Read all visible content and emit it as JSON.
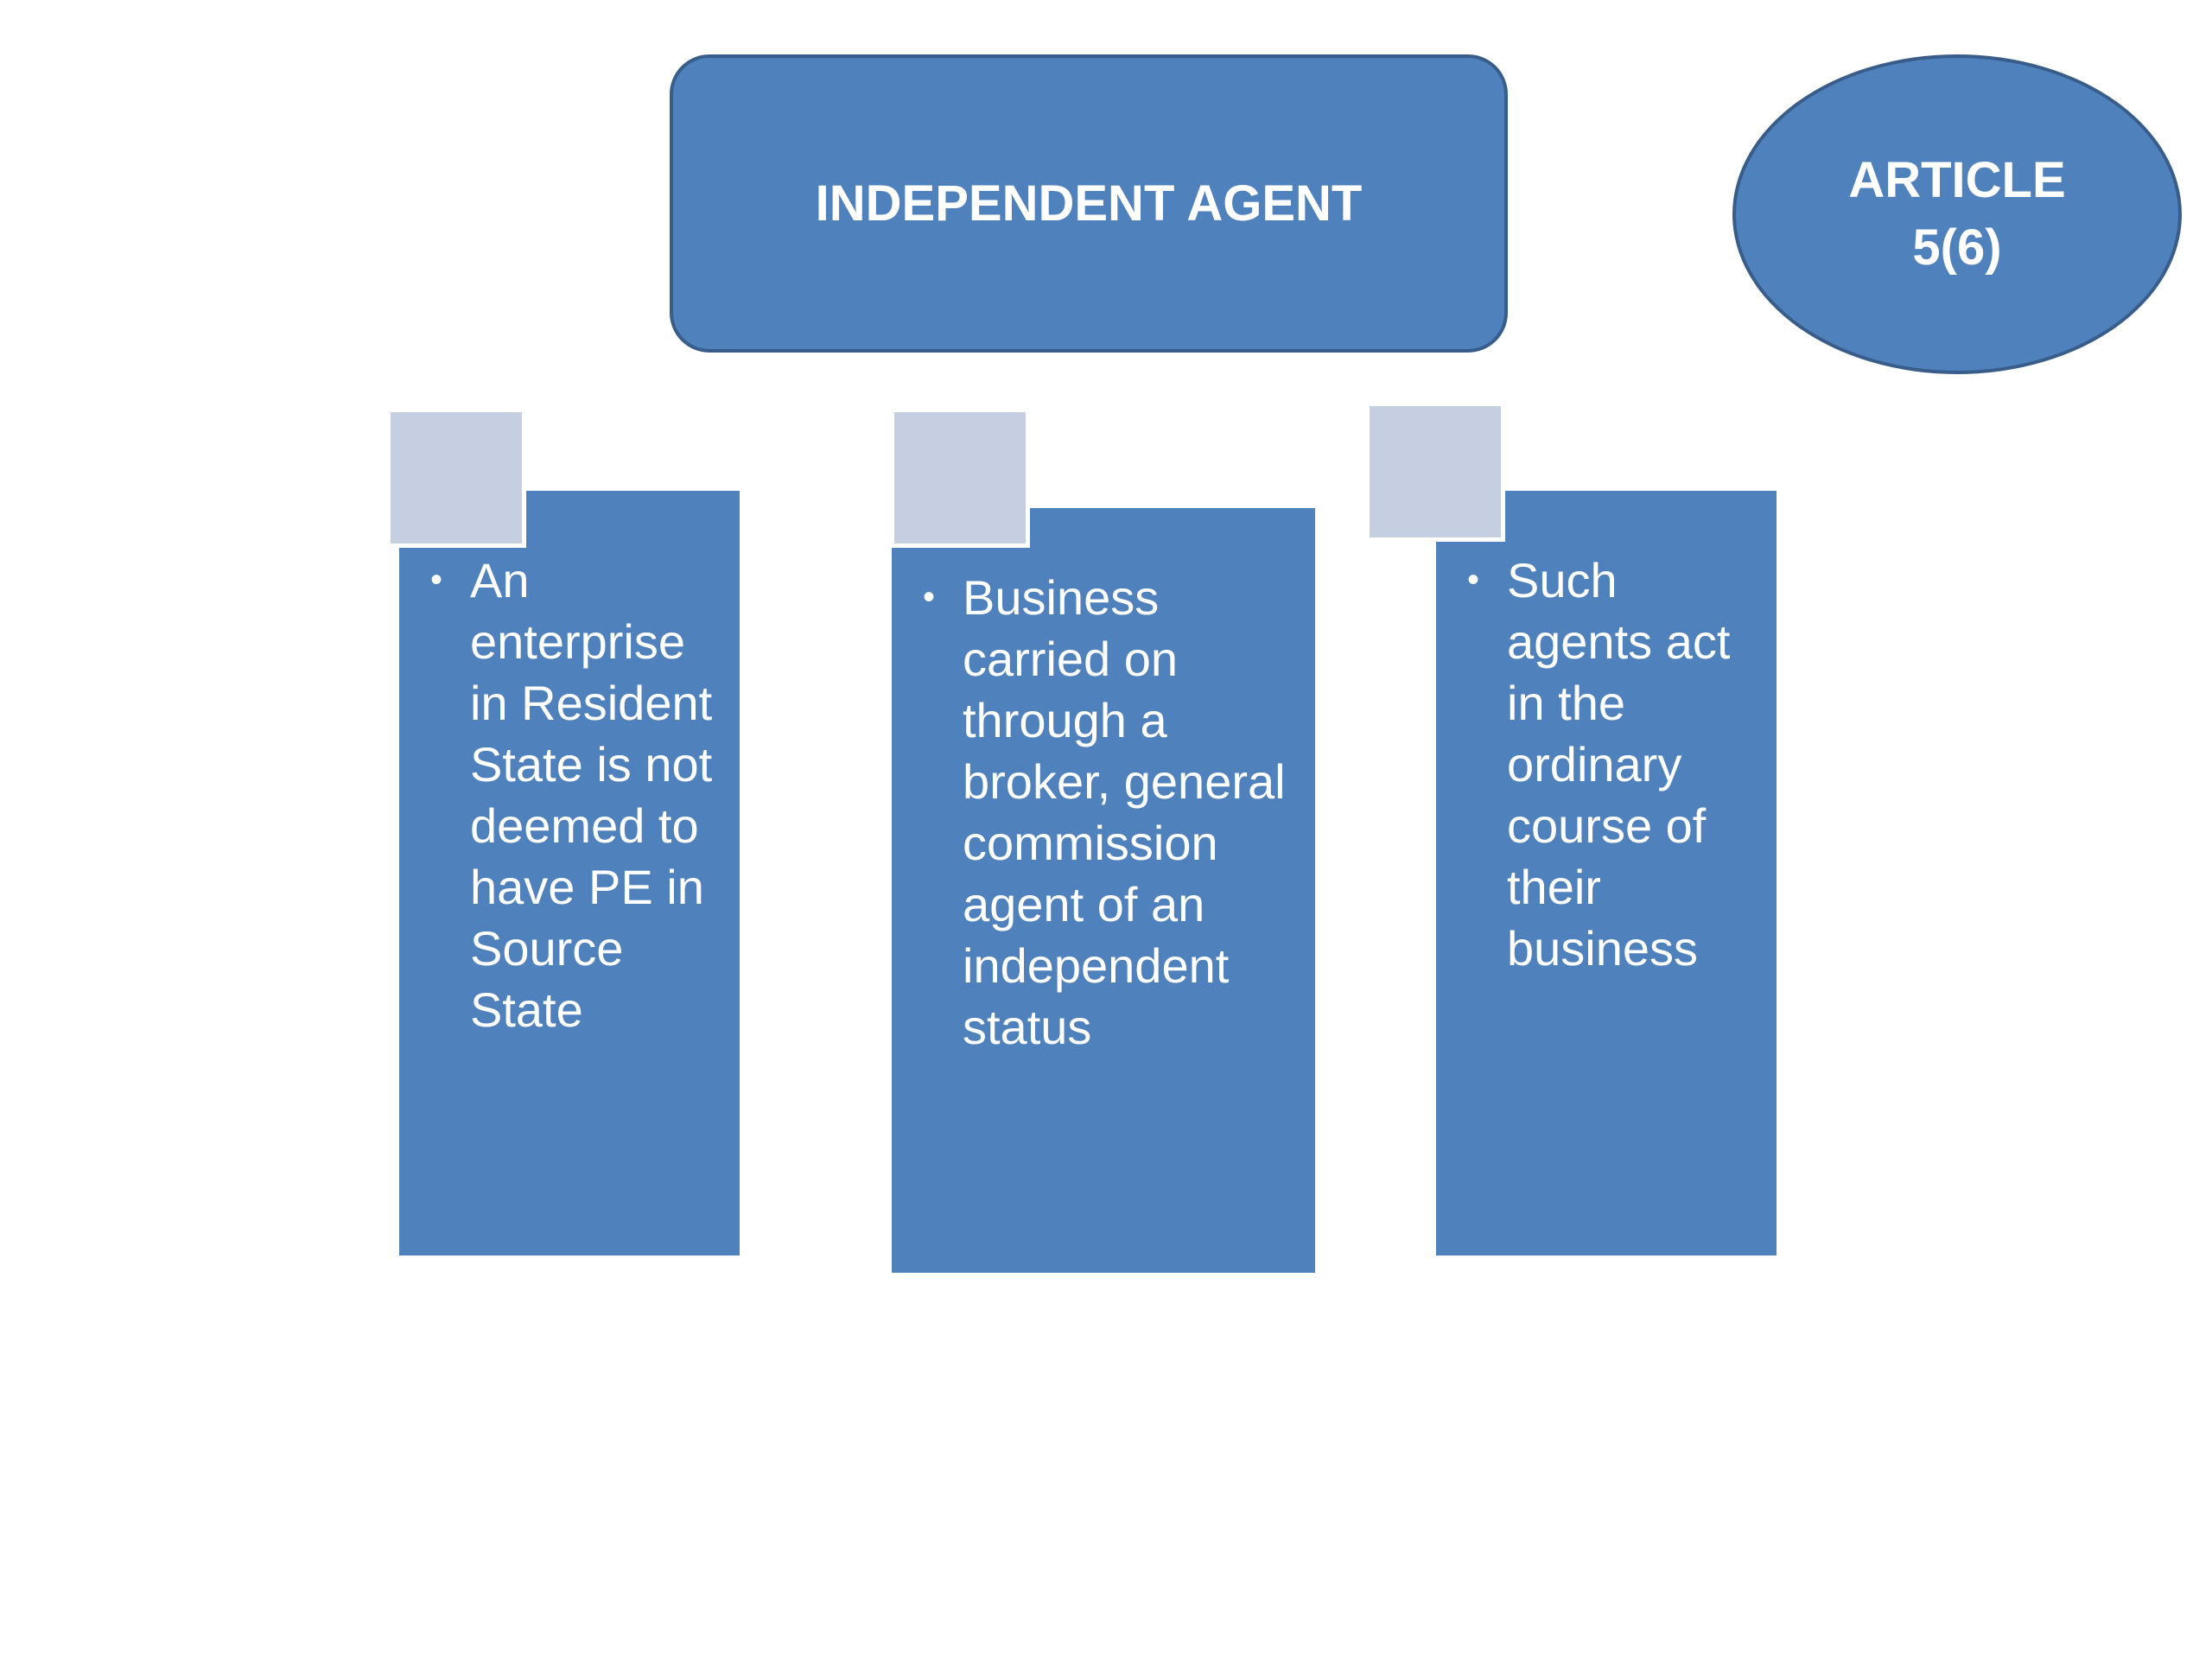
{
  "title": "INDEPENDENT AGENT",
  "article": {
    "line1": "ARTICLE",
    "line2": "5(6)"
  },
  "cards": [
    {
      "bullet": "•",
      "text": "An enterprise in Resident State is not deemed to have PE in Source State"
    },
    {
      "bullet": "•",
      "text": "Business carried on through a broker, general commission agent of an independent status"
    },
    {
      "bullet": "•",
      "text": "Such agents act in the ordinary course of their business"
    }
  ],
  "colors": {
    "shape_fill": "#4F81BD",
    "shape_border": "#385D8A",
    "accent_square": "#C5CFE1",
    "text": "#FFFFFF"
  }
}
